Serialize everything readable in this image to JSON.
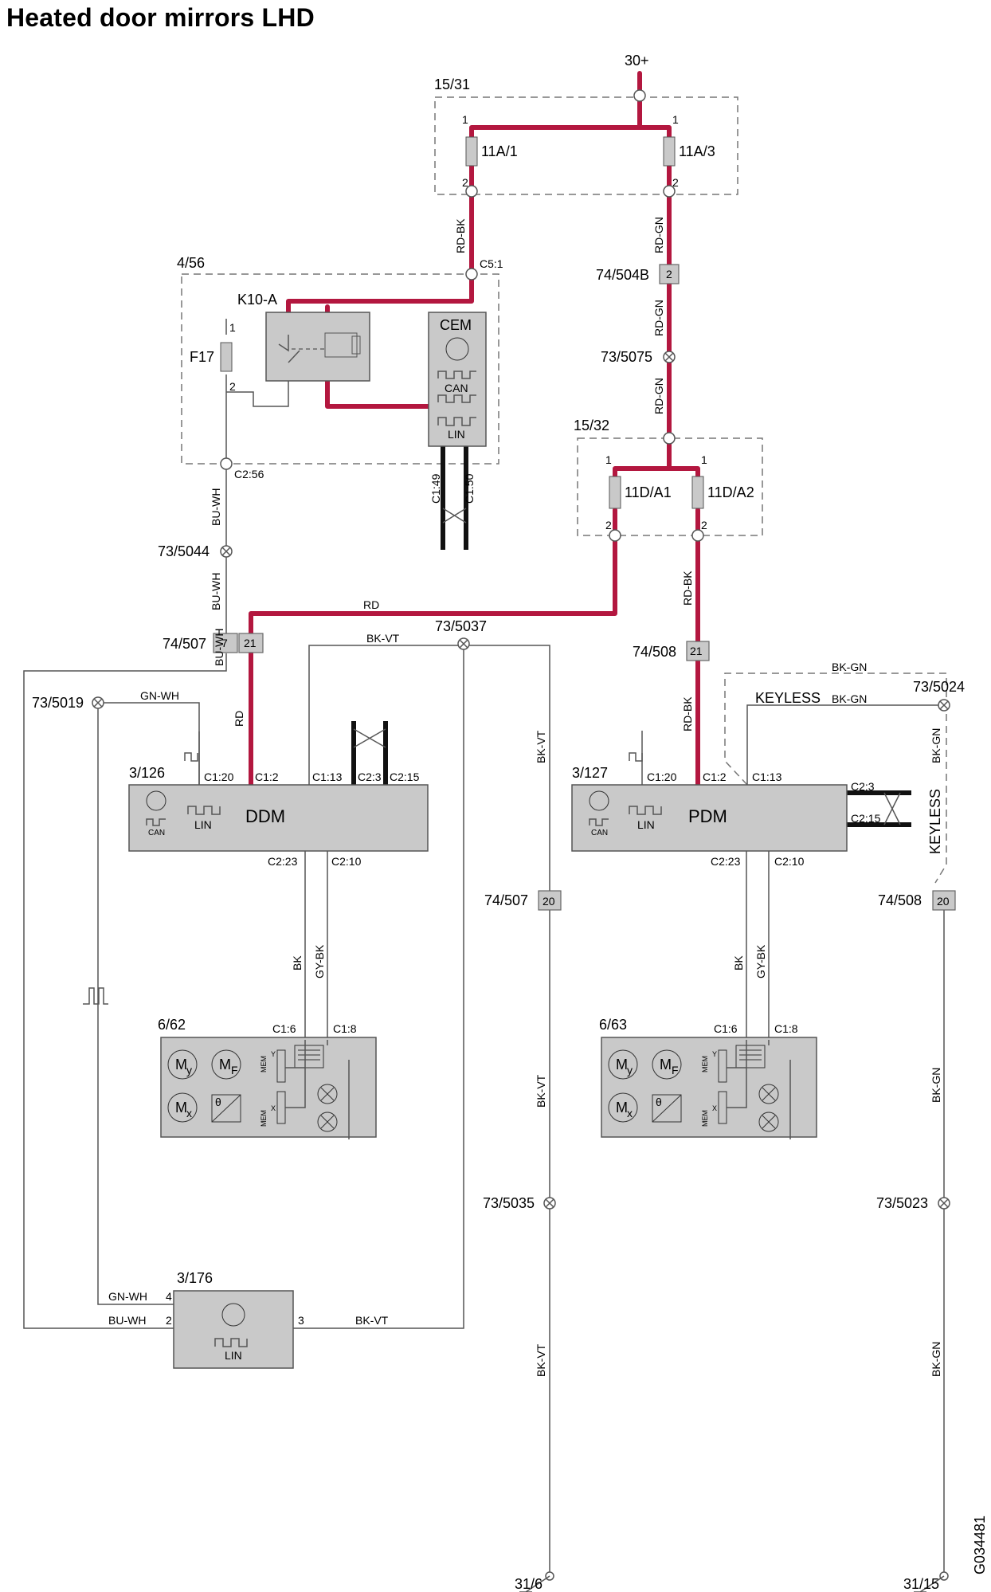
{
  "title": "Heated door mirrors LHD",
  "figure_id": "G034481",
  "power": {
    "label": "30+"
  },
  "fuse_box_1": {
    "label": "15/31",
    "fuse_a": "11A/1",
    "fuse_b": "11A/3",
    "pin1": "1",
    "pin2": "2"
  },
  "fuse_box_2": {
    "label": "15/32",
    "fuse_a": "11D/A1",
    "fuse_b": "11D/A2",
    "pin1": "1",
    "pin2": "2"
  },
  "cem_module": {
    "label": "4/56",
    "name": "CEM",
    "relay": "K10-A",
    "fuse": "F17",
    "can": "CAN",
    "lin": "LIN",
    "pin1": "1",
    "pin2": "2",
    "conn_c5": "C5:1",
    "conn_c2": "C2:56",
    "conn_c149": "C1:49",
    "conn_c150": "C1:50"
  },
  "ddm": {
    "label": "3/126",
    "name": "DDM",
    "lin": "LIN",
    "can": "CAN",
    "pins": {
      "c120": "C1:20",
      "c12": "C1:2",
      "c113": "C1:13",
      "c23": "C2:3",
      "c215": "C2:15",
      "c223": "C2:23",
      "c210": "C2:10"
    }
  },
  "pdm": {
    "label": "3/127",
    "name": "PDM",
    "lin": "LIN",
    "can": "CAN",
    "pins": {
      "c120": "C1:20",
      "c12": "C1:2",
      "c113": "C1:13",
      "c23": "C2:3",
      "c215": "C2:15",
      "c223": "C2:23",
      "c210": "C2:10"
    }
  },
  "mirror_left": {
    "label": "6/62",
    "pin_a": "C1:6",
    "pin_b": "C1:8",
    "my": "M",
    "my_sub": "y",
    "mf": "M",
    "mf_sub": "F",
    "mx": "M",
    "mx_sub": "x",
    "theta": "θ",
    "mem": "MEM",
    "mem_y": "Y",
    "mem_x": "X"
  },
  "mirror_right": {
    "label": "6/63",
    "pin_a": "C1:6",
    "pin_b": "C1:8",
    "my": "M",
    "my_sub": "y",
    "mf": "M",
    "mf_sub": "F",
    "mx": "M",
    "mx_sub": "x",
    "theta": "θ",
    "mem": "MEM",
    "mem_y": "Y",
    "mem_x": "X"
  },
  "switch_module": {
    "label": "3/176",
    "lin": "LIN",
    "pin4": "4",
    "pin2": "2",
    "pin3": "3"
  },
  "connectors": {
    "c74_504b": "74/504B",
    "c74_504b_pin": "2",
    "c74_507": "74/507",
    "c74_507_pin7": "7",
    "c74_507_pin21": "21",
    "c74_507_pin20": "20",
    "c74_508": "74/508",
    "c74_508_pin21": "21",
    "c74_508_pin20": "20"
  },
  "splices": {
    "s5075": "73/5075",
    "s5044": "73/5044",
    "s5037": "73/5037",
    "s5019": "73/5019",
    "s5024": "73/5024",
    "s5035": "73/5035",
    "s5023": "73/5023"
  },
  "grounds": {
    "g1": "31/6",
    "g2": "31/15"
  },
  "wires": {
    "rd_bk": "RD-BK",
    "rd_gn": "RD-GN",
    "rd": "RD",
    "bu_wh": "BU-WH",
    "bk_vt": "BK-VT",
    "gn_wh": "GN-WH",
    "bk_gn": "BK-GN",
    "bk": "BK",
    "gy_bk": "GY-BK",
    "keyless": "KEYLESS"
  }
}
